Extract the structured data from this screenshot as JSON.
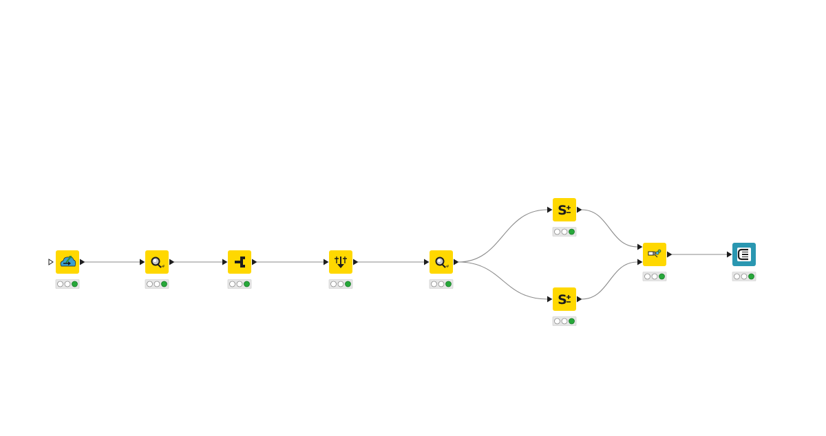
{
  "workflow": {
    "colors": {
      "background": "#ffffff",
      "node_yellow": "#FFD800",
      "node_teal": "#2A97B1",
      "connection": "#8a8a8a",
      "port": "#1e1e1e",
      "status_box": "#e6e6e6",
      "status_box_border": "#c9c9c9",
      "light_off": "#ffffff",
      "light_off_border": "#8c8c8c",
      "light_green": "#27a83a",
      "light_green_border": "#1b7a2a"
    },
    "nodes": [
      {
        "id": "n1",
        "kind": "source",
        "icon": "cloud-upload-icon",
        "color": "yellow",
        "has_input_flow": true,
        "status": [
          "off",
          "off",
          "green"
        ]
      },
      {
        "id": "n2",
        "kind": "manipulator",
        "icon": "magnifier-icon",
        "color": "yellow",
        "status": [
          "off",
          "off",
          "green"
        ]
      },
      {
        "id": "n3",
        "kind": "manipulator",
        "icon": "column-filter-icon",
        "color": "yellow",
        "status": [
          "off",
          "off",
          "green"
        ]
      },
      {
        "id": "n4",
        "kind": "manipulator",
        "icon": "sort-down-icon",
        "color": "yellow",
        "status": [
          "off",
          "off",
          "green"
        ]
      },
      {
        "id": "n5",
        "kind": "manipulator",
        "icon": "magnifier-icon",
        "color": "yellow",
        "status": [
          "off",
          "off",
          "green"
        ]
      },
      {
        "id": "n6",
        "kind": "manipulator",
        "icon": "string-manipulation-icon",
        "color": "yellow",
        "status": [
          "off",
          "off",
          "green"
        ]
      },
      {
        "id": "n7",
        "kind": "manipulator",
        "icon": "string-manipulation-icon",
        "color": "yellow",
        "status": [
          "off",
          "off",
          "green"
        ]
      },
      {
        "id": "n8",
        "kind": "manipulator",
        "icon": "joiner-icon",
        "color": "yellow",
        "inputs": 2,
        "status": [
          "off",
          "off",
          "green"
        ]
      },
      {
        "id": "n9",
        "kind": "sink",
        "icon": "table-writer-icon",
        "color": "teal",
        "outputs": 0,
        "status": [
          "off",
          "off",
          "green"
        ]
      }
    ],
    "connections": [
      {
        "from": "n1",
        "to": "n2"
      },
      {
        "from": "n2",
        "to": "n3"
      },
      {
        "from": "n3",
        "to": "n4"
      },
      {
        "from": "n4",
        "to": "n5"
      },
      {
        "from": "n5",
        "to": "n6"
      },
      {
        "from": "n5",
        "to": "n7"
      },
      {
        "from": "n6",
        "to": "n8",
        "to_port": 0
      },
      {
        "from": "n7",
        "to": "n8",
        "to_port": 1
      },
      {
        "from": "n8",
        "to": "n9"
      }
    ]
  }
}
